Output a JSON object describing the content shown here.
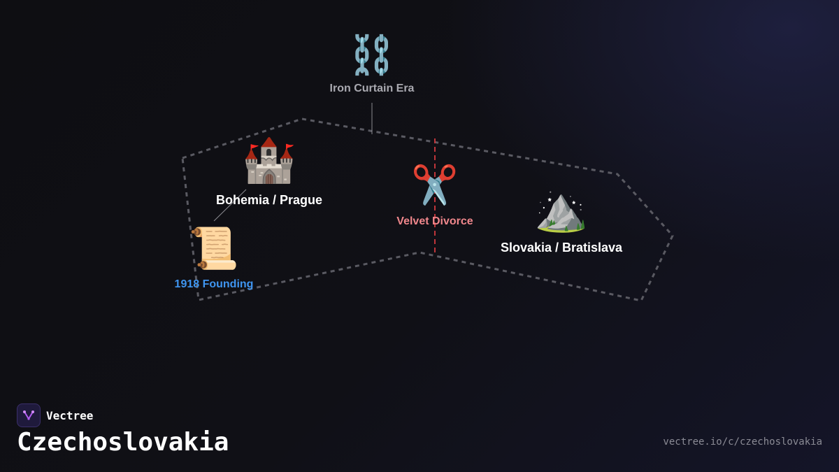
{
  "brand": {
    "name": "Vectree",
    "logo_icon": "vectree-logo-icon",
    "accent": "#b15cf0"
  },
  "page": {
    "title": "Czechoslovakia",
    "url": "vectree.io/c/czechoslovakia"
  },
  "nodes": [
    {
      "id": "iron-curtain",
      "icon": "chains-icon",
      "emoji": "⛓️",
      "label": "Iron Curtain Era",
      "color": "#a9a9b0"
    },
    {
      "id": "bohemia",
      "icon": "castle-icon",
      "emoji": "🏰",
      "label": "Bohemia / Prague",
      "color": "#ffffff"
    },
    {
      "id": "velvet-divorce",
      "icon": "scissors-icon",
      "emoji": "✂️",
      "label": "Velvet Divorce",
      "color": "#f0878c"
    },
    {
      "id": "slovakia",
      "icon": "mountain-icon",
      "emoji": "⛰️",
      "label": "Slovakia / Bratislava",
      "color": "#ffffff"
    },
    {
      "id": "founding-1918",
      "icon": "scroll-icon",
      "emoji": "📜",
      "label": "1918 Founding",
      "color": "#3f95f0"
    }
  ],
  "colors": {
    "border": "#5a5a62",
    "split_line": "#c0353a",
    "connector": "#8a8a90"
  }
}
